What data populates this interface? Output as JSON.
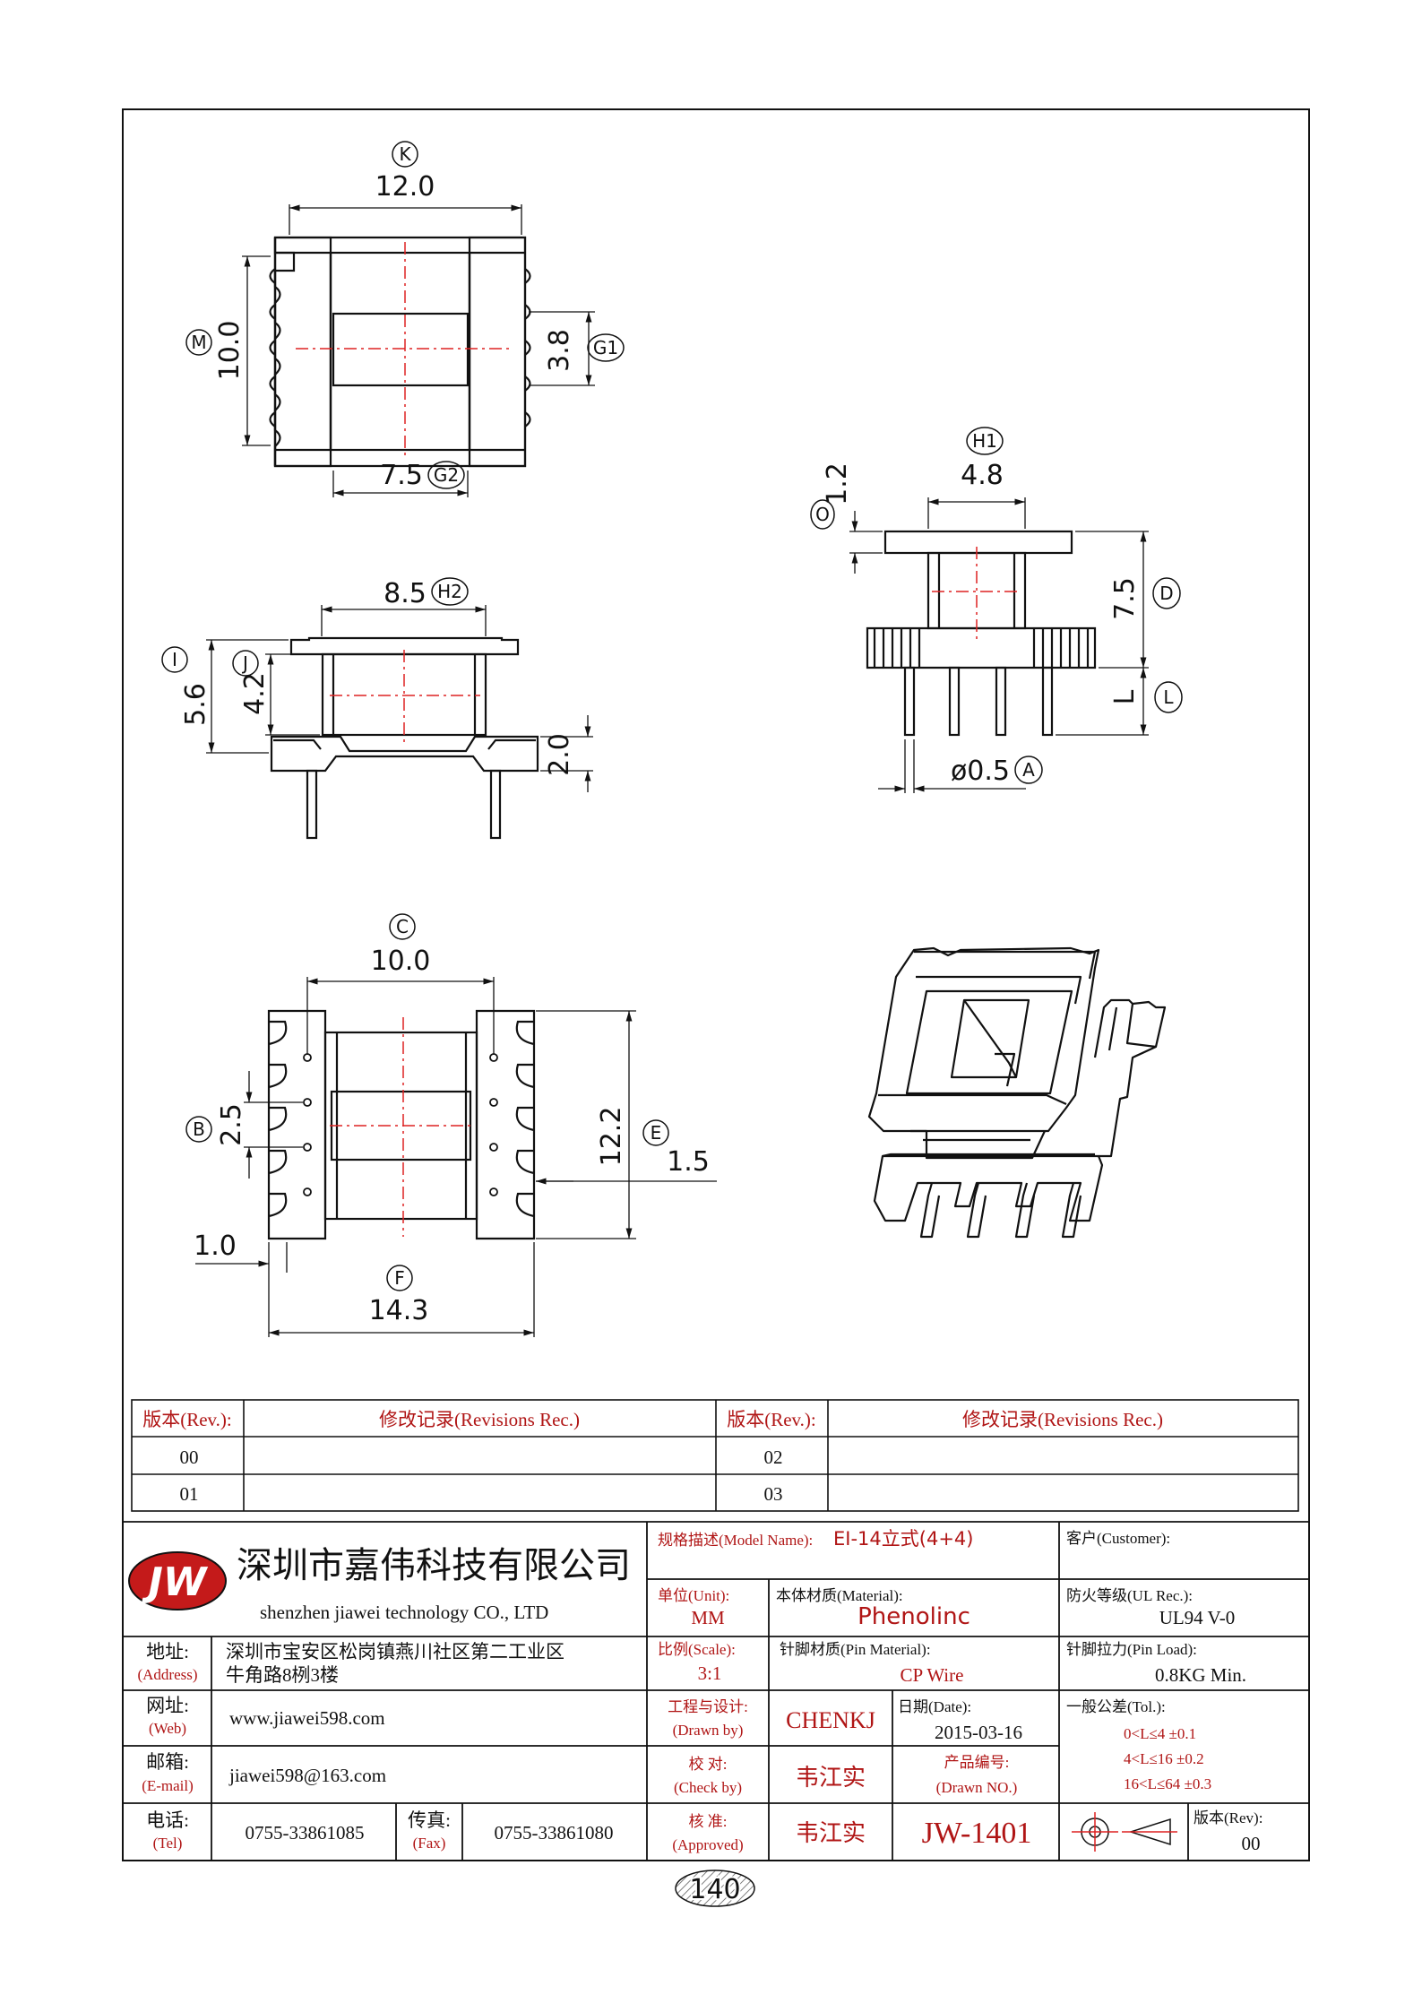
{
  "views": {
    "top": {
      "dim_k": {
        "value": "12.0",
        "tag": "K"
      },
      "dim_m": {
        "value": "10.0",
        "tag": "M"
      },
      "dim_g1": {
        "value": "3.8",
        "tag": "G1"
      },
      "dim_g2": {
        "value": "7.5",
        "tag": "G2"
      }
    },
    "front": {
      "dim_h2": {
        "value": "8.5",
        "tag": "H2"
      },
      "dim_i": {
        "value": "5.6",
        "tag": "I"
      },
      "dim_j": {
        "value": "4.2",
        "tag": "J"
      },
      "dim_base": {
        "value": "2.0"
      }
    },
    "side": {
      "dim_h1": {
        "value": "4.8",
        "tag": "H1"
      },
      "dim_o": {
        "value": "1.2",
        "tag": "O"
      },
      "dim_d": {
        "value": "7.5",
        "tag": "D"
      },
      "dim_l": {
        "value": "L",
        "tag": "L"
      },
      "dim_a": {
        "value": "ø0.5",
        "tag": "A"
      }
    },
    "bottom": {
      "dim_c": {
        "value": "10.0",
        "tag": "C"
      },
      "dim_b": {
        "value": "2.5",
        "tag": "B"
      },
      "dim_12": {
        "value": "12.2"
      },
      "dim_e": {
        "value": "1.5",
        "tag": "E"
      },
      "dim_10": {
        "value": "1.0"
      },
      "dim_f": {
        "value": "14.3",
        "tag": "F"
      }
    }
  },
  "revisions": {
    "header": {
      "rev": "版本(Rev.):",
      "rec": "修改记录(Revisions Rec.)"
    },
    "rows": [
      [
        "00",
        "02"
      ],
      [
        "01",
        "03"
      ]
    ]
  },
  "company": {
    "logo": "JW",
    "name_cn": "深圳市嘉伟科技有限公司",
    "name_en": "shenzhen  jiawei  technology  CO., LTD",
    "address_label": "地址:",
    "address_label_en": "(Address)",
    "address_1": "深圳市宝安区松岗镇燕川社区第二工业区",
    "address_2": "牛角路8栵3楼",
    "web_label": "网址:",
    "web_label_en": "(Web)",
    "web": "www.jiawei598.com",
    "email_label": "邮箱:",
    "email_label_en": "(E-mail)",
    "email": "jiawei598@163.com",
    "tel_label": "电话:",
    "tel_label_en": "(Tel)",
    "tel": "0755-33861085",
    "fax_label": "传真:",
    "fax_label_en": "(Fax)",
    "fax": "0755-33861080"
  },
  "spec": {
    "model_label": "规格描述(Model Name):",
    "model": "EI-14立式(4+4)",
    "customer_label": "客户(Customer):",
    "unit_label": "单位(Unit):",
    "unit": "MM",
    "material_label": "本体材质(Material):",
    "material": "Phenolinc",
    "ul_label": "防火等级(UL Rec.):",
    "ul": "UL94 V-0",
    "scale_label": "比例(Scale):",
    "scale": "3:1",
    "pin_material_label": "针脚材质(Pin Material):",
    "pin_material": "CP Wire",
    "pin_load_label": "针脚拉力(Pin Load):",
    "pin_load": "0.8KG Min.",
    "drawn_label": "工程与设计:",
    "drawn_label_en": "(Drawn by)",
    "drawn_by": "CHENKJ",
    "date_label": "日期(Date):",
    "date": "2015-03-16",
    "tol_label": "一般公差(Tol.):",
    "tol_1": "0<L≤4    ±0.1",
    "tol_2": "4<L≤16   ±0.2",
    "tol_3": "16<L≤64  ±0.3",
    "check_label": "校  对:",
    "check_label_en": "(Check by)",
    "checked_by": "韦江实",
    "drawn_no_label": "产品编号:",
    "drawn_no_label_en": "(Drawn NO.)",
    "approve_label": "核  准:",
    "approve_label_en": "(Approved)",
    "approved_by": "韦江实",
    "drawing_no": "JW-1401",
    "rev_label": "版本(Rev):",
    "rev": "00"
  },
  "page_number": "140"
}
